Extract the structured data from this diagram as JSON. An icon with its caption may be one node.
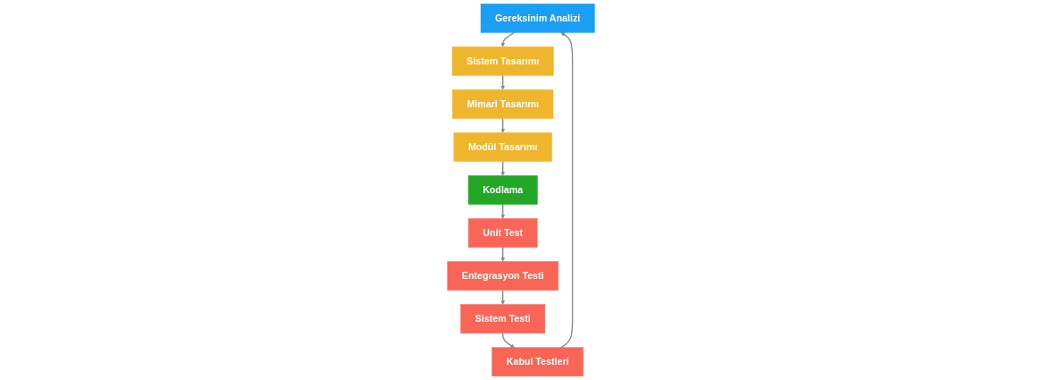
{
  "diagram": {
    "nodes": [
      {
        "text": [
          "Gereksinim Analizi"
        ]
      },
      {
        "text": [
          "Sistem Tasarımı"
        ]
      },
      {
        "text": [
          "Mimari Tasarımı"
        ]
      },
      {
        "text": [
          "Modül Tasarımı"
        ]
      },
      {
        "text": [
          "Kodlama"
        ]
      },
      {
        "text": [
          "Unit Test"
        ]
      },
      {
        "text": [
          "Entegrasyon Testi"
        ]
      },
      {
        "text": [
          "Sistem Testi"
        ]
      },
      {
        "text": [
          "Kabul Testleri"
        ]
      }
    ],
    "edges": [
      {
        "from": 0,
        "to": 1,
        "arrow": "to"
      },
      {
        "from": 1,
        "to": 2,
        "arrow": "to"
      },
      {
        "from": 2,
        "to": 3,
        "arrow": "to"
      },
      {
        "from": 3,
        "to": 4,
        "arrow": "to"
      },
      {
        "from": 4,
        "to": 5,
        "arrow": "to"
      },
      {
        "from": 5,
        "to": 6,
        "arrow": "to"
      },
      {
        "from": 6,
        "to": 7,
        "arrow": "to"
      },
      {
        "from": 7,
        "to": 8,
        "arrow": "to"
      },
      {
        "from": 8,
        "to": 0,
        "arrow": "to"
      }
    ]
  }
}
